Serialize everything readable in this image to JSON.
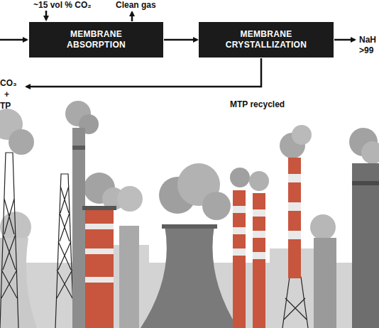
{
  "diagram": {
    "nodes": [
      {
        "text": [
          "MEMBRANE ABSORPTION"
        ]
      },
      {
        "text": [
          "MEMBRANE CRYSTALLIZATION"
        ]
      }
    ],
    "edges": [
      {
        "from": 0,
        "to": 1,
        "arrow": "to"
      }
    ],
    "labels": [
      "~15 vol % CO₂",
      "Clean gas",
      "NaH",
      ">99",
      "CO₃",
      "+",
      "TP",
      "MTP recycled"
    ]
  }
}
